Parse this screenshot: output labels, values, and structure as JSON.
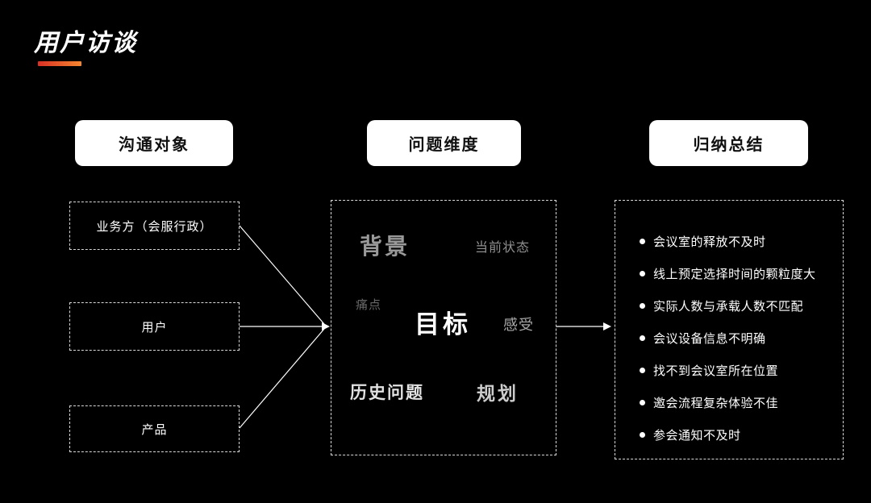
{
  "title": "用户访谈",
  "left": {
    "header": "沟通对象",
    "items": [
      "业务方（会服行政）",
      "用户",
      "产品"
    ]
  },
  "middle": {
    "header": "问题维度",
    "keywords": [
      "背景",
      "当前状态",
      "痛点",
      "目标",
      "感受",
      "历史问题",
      "规划"
    ]
  },
  "right": {
    "header": "归纳总结",
    "bullets": [
      "会议室的释放不及时",
      "线上预定选择时间的颗粒度大",
      "实际人数与承载人数不匹配",
      "会议设备信息不明确",
      "找不到会议室所在位置",
      "邀会流程复杂体验不佳",
      "参会通知不及时"
    ]
  },
  "colors": {
    "background": "#000000",
    "accent_red": "#d93025",
    "accent_orange": "#f5862f",
    "text": "#ffffff"
  }
}
